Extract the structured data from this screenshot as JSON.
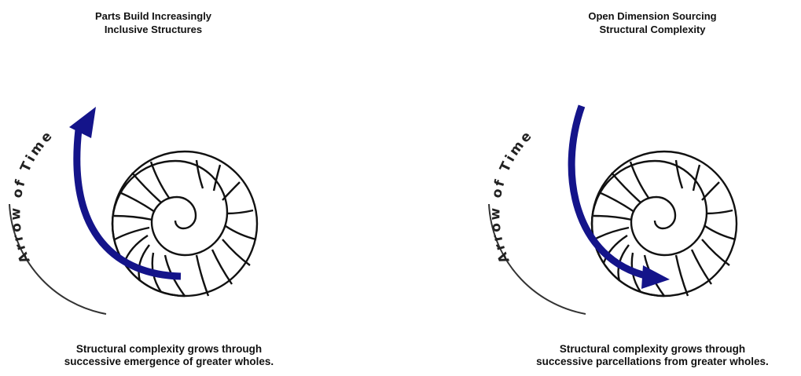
{
  "panels": [
    {
      "title": "Parts Build Increasingly\nInclusive Structures",
      "arc_label": "Arrow of Time",
      "caption": "Structural complexity grows through\nsuccessive emergence of greater wholes."
    },
    {
      "title": "Open Dimension Sourcing\nStructural Complexity",
      "arc_label": "Arrow of Time",
      "caption": "Structural complexity grows through\nsuccessive parcellations from greater wholes."
    }
  ],
  "colors": {
    "arrow": "#14148a",
    "shell": "#111111",
    "background": "#ffffff"
  }
}
